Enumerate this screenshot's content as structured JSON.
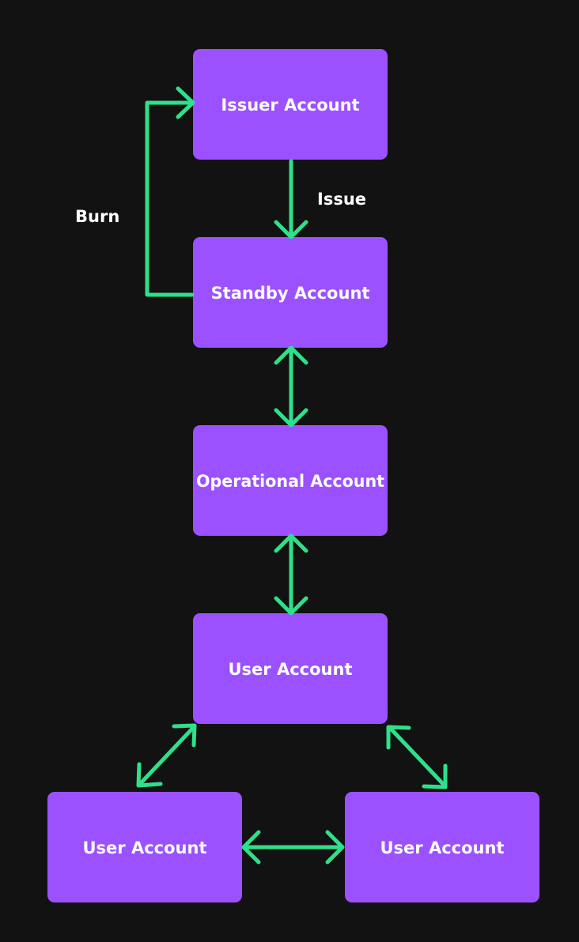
{
  "nodes": {
    "issuer": "Issuer Account",
    "standby": "Standby Account",
    "operational": "Operational Account",
    "user_main": "User Account",
    "user_left": "User Account",
    "user_right": "User Account"
  },
  "edge_labels": {
    "issue": "Issue",
    "burn": "Burn"
  },
  "colors": {
    "background": "#121212",
    "node_fill": "#9b51ff",
    "arrow": "#2fe08a",
    "text": "#ffffff"
  }
}
